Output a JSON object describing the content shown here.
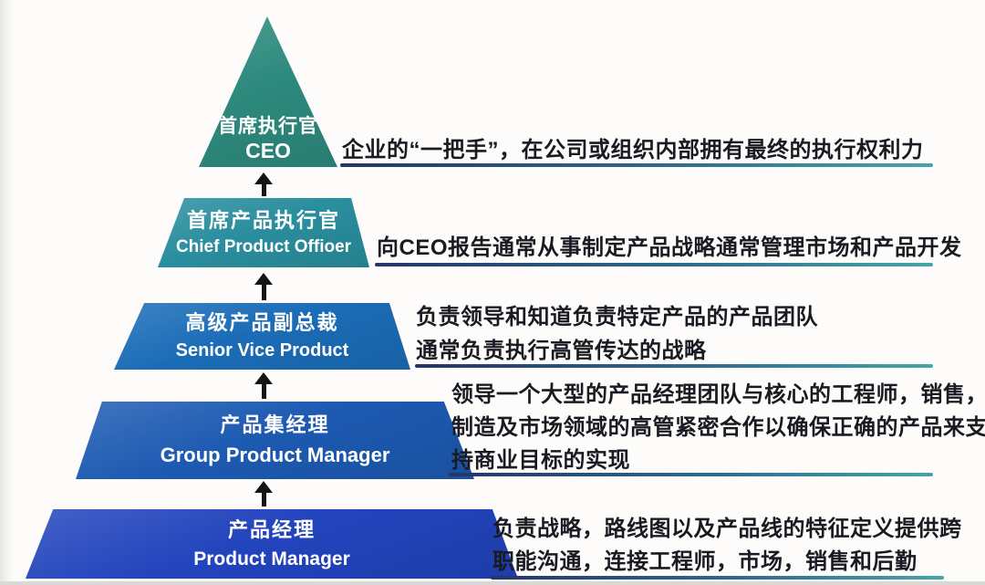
{
  "diagram_type": "hierarchy-pyramid",
  "text_color": "#1a1a22",
  "arrow_color": "#141414",
  "underline": {
    "left": "#24356a",
    "mid": "#2e6b8e",
    "right": "#46a5a6"
  },
  "levels": [
    {
      "zh": "首席执行官",
      "en": "CEO",
      "color": "#2d8a7d",
      "desc": [
        "企业的“一把手”，在公司或组织内部拥有最终的执行权利力"
      ]
    },
    {
      "zh": "首席产品执行官",
      "en": "Chief Product Offioer",
      "color": "#2a8e9e",
      "desc": [
        "向CEO报告通常从事制定产品战略通常管理市场和产品开发"
      ]
    },
    {
      "zh": "高级产品副总裁",
      "en": "Senior Vice Product",
      "color": "#1b6cb7",
      "desc": [
        "负责领导和知道负责特定产品的产品团队",
        "通常负责执行高管传达的战略"
      ]
    },
    {
      "zh": "产品集经理",
      "en": "Group Product Manager",
      "color": "#1d5ab2",
      "desc": [
        "领导一个大型的产品经理团队与核心的工程师，销售，",
        "制造及市场领域的高管紧密合作以确保正确的产品来支",
        "持商业目标的实现"
      ]
    },
    {
      "zh": "产品经理",
      "en": "Product Manager",
      "color": "#2244bd",
      "desc": [
        "负责战略，路线图以及产品线的特征定义提供跨",
        "职能沟通，连接工程师，市场，销售和后勤"
      ]
    }
  ]
}
